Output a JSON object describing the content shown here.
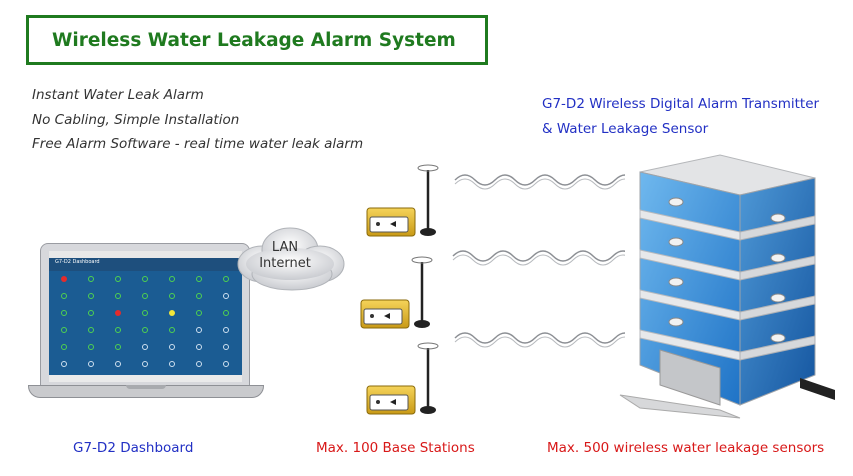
{
  "title": "Wireless Water Leakage Alarm System",
  "features": [
    "Instant Water Leak Alarm",
    "No Cabling, Simple Installation",
    "Free Alarm Software - real time water leak alarm"
  ],
  "transmitter_caption": {
    "line1": "G7-D2 Wireless Digital Alarm Transmitter",
    "line2": "& Water Leakage Sensor"
  },
  "cloud": {
    "line1": "LAN",
    "line2": "Internet"
  },
  "dashboard_screen_title": "G7-D2 Dashboard",
  "captions": {
    "dashboard": "G7-D2 Dashboard",
    "base_stations": "Max. 100 Base Stations",
    "sensors": "Max. 500 wireless water leakage sensors"
  },
  "colors": {
    "title_green": "#1f7a1f",
    "caption_blue": "#2230c4",
    "caption_red": "#d81818",
    "dashboard_blue": "#1b5c93"
  },
  "icons": [
    "laptop-icon",
    "cloud-icon",
    "base-station-icon",
    "antenna-icon",
    "wireless-signal-icon",
    "building-icon",
    "leak-sensor-icon"
  ]
}
